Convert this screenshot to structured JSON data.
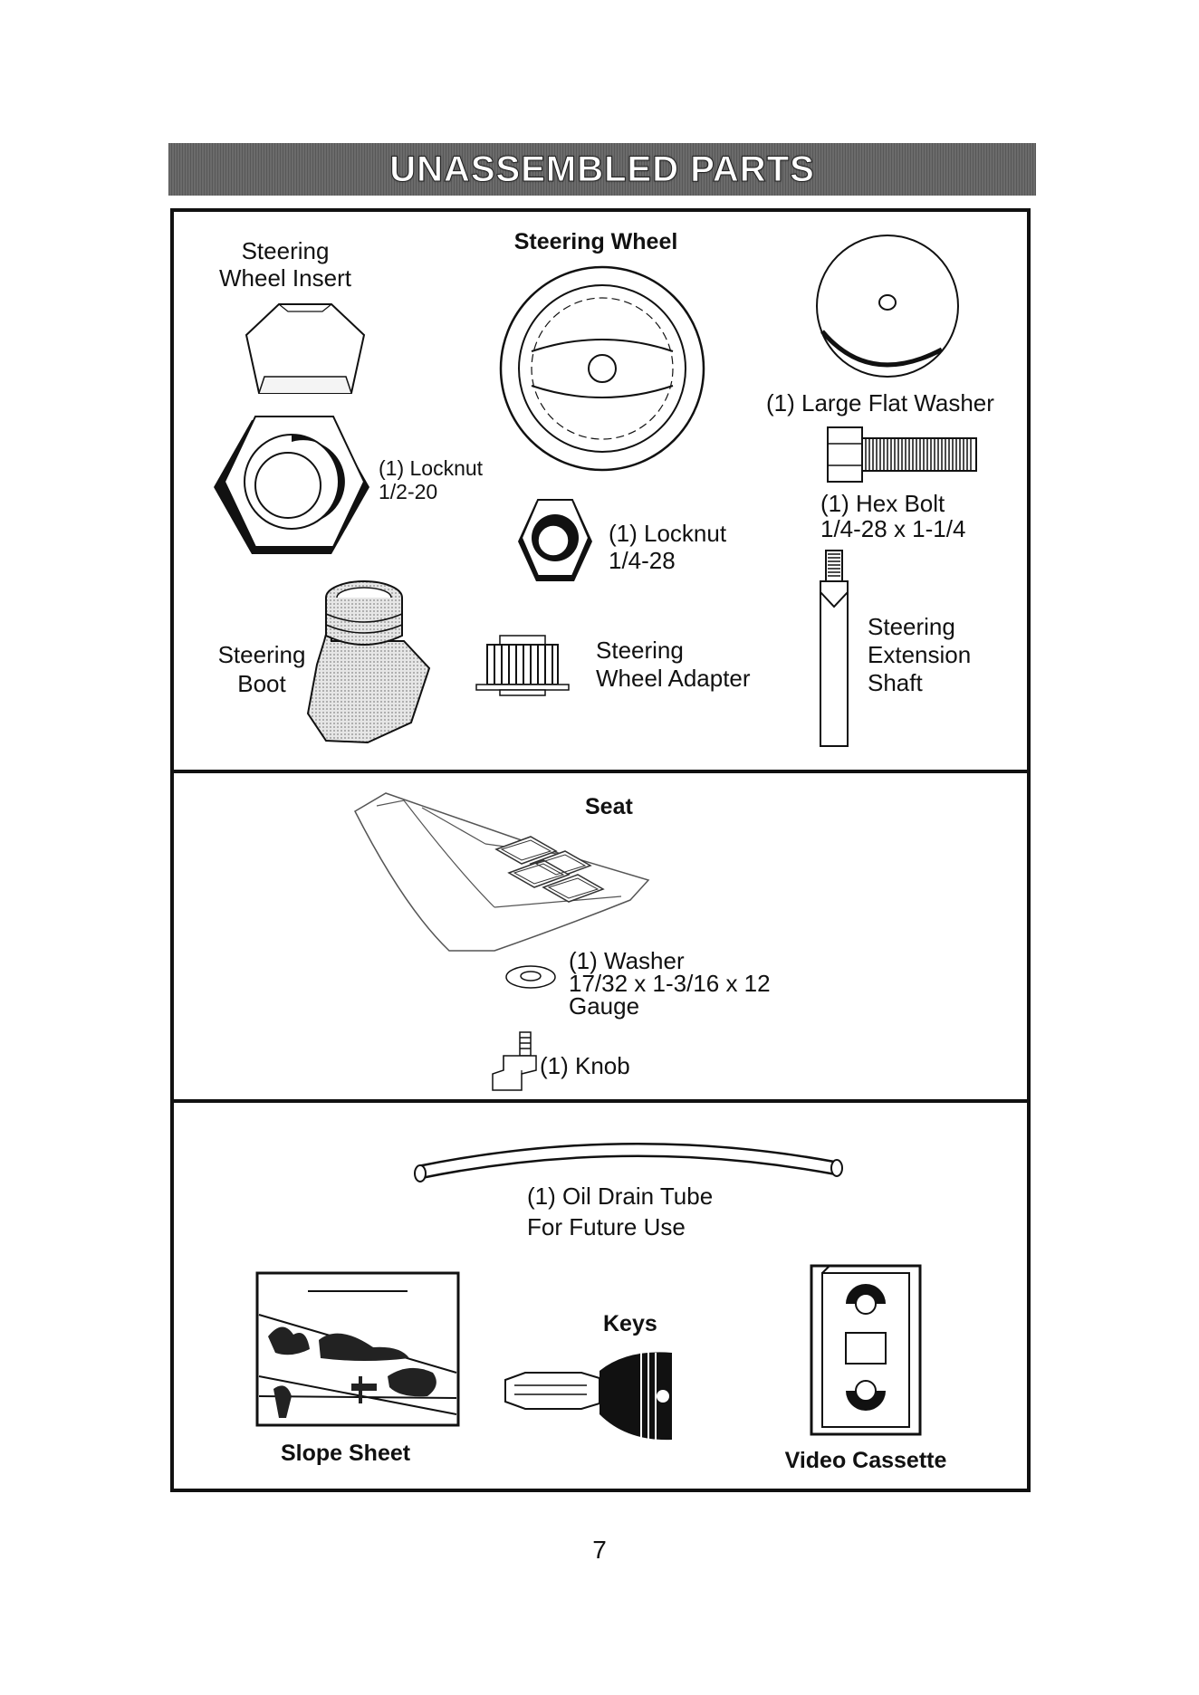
{
  "header": {
    "title": "UNASSEMBLED PARTS"
  },
  "section1": {
    "steering_wheel_insert": "Steering\nWheel Insert",
    "steering_wheel": "Steering Wheel",
    "large_flat_washer": "(1) Large Flat Washer",
    "locknut_large": "(1) Locknut\n1/2-20",
    "hex_bolt": "(1) Hex Bolt\n1/4-28 x 1-1/4",
    "locknut_small": "(1) Locknut\n1/4-28",
    "steering_boot": "Steering\nBoot",
    "steering_wheel_adapter": "Steering\nWheel Adapter",
    "steering_extension_shaft": "Steering\nExtension\nShaft"
  },
  "section2": {
    "seat": "Seat",
    "washer": "(1) Washer\n17/32 x 1-3/16 x 12\nGauge",
    "knob": "(1) Knob"
  },
  "section3": {
    "oil_drain_tube": "(1) Oil Drain Tube\nFor Future Use",
    "keys": "Keys",
    "slope_sheet": "Slope Sheet",
    "video_cassette": "Video Cassette"
  },
  "page_number": "7"
}
